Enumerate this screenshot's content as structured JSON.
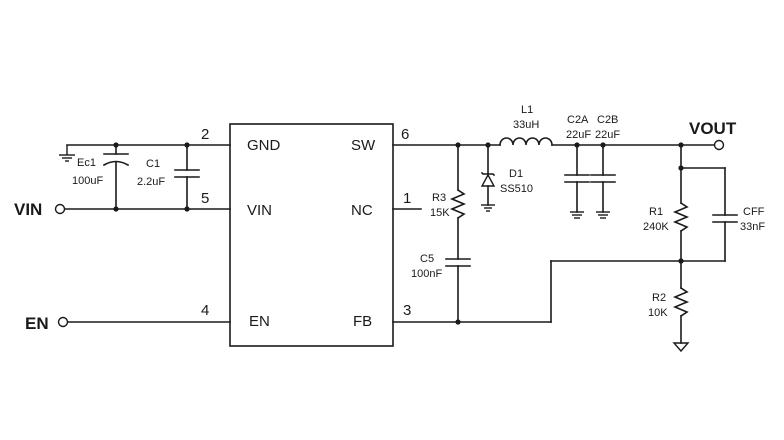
{
  "ports": {
    "vin": "VIN",
    "en": "EN",
    "vout": "VOUT"
  },
  "ic": {
    "pins": [
      {
        "name": "GND",
        "number": "2"
      },
      {
        "name": "VIN",
        "number": "5"
      },
      {
        "name": "EN",
        "number": "4"
      },
      {
        "name": "SW",
        "number": "6"
      },
      {
        "name": "NC",
        "number": "1"
      },
      {
        "name": "FB",
        "number": "3"
      }
    ]
  },
  "components": {
    "ec1": {
      "ref": "Ec1",
      "value": "100uF"
    },
    "c1": {
      "ref": "C1",
      "value": "2.2uF"
    },
    "r3": {
      "ref": "R3",
      "value": "15K"
    },
    "c5": {
      "ref": "C5",
      "value": "100nF"
    },
    "l1": {
      "ref": "L1",
      "value": "33uH"
    },
    "d1": {
      "ref": "D1",
      "value": "SS510"
    },
    "c2a": {
      "ref": "C2A",
      "value": "22uF"
    },
    "c2b": {
      "ref": "C2B",
      "value": "22uF"
    },
    "r1": {
      "ref": "R1",
      "value": "240K"
    },
    "r2": {
      "ref": "R2",
      "value": "10K"
    },
    "cff": {
      "ref": "CFF",
      "value": "33nF"
    }
  }
}
